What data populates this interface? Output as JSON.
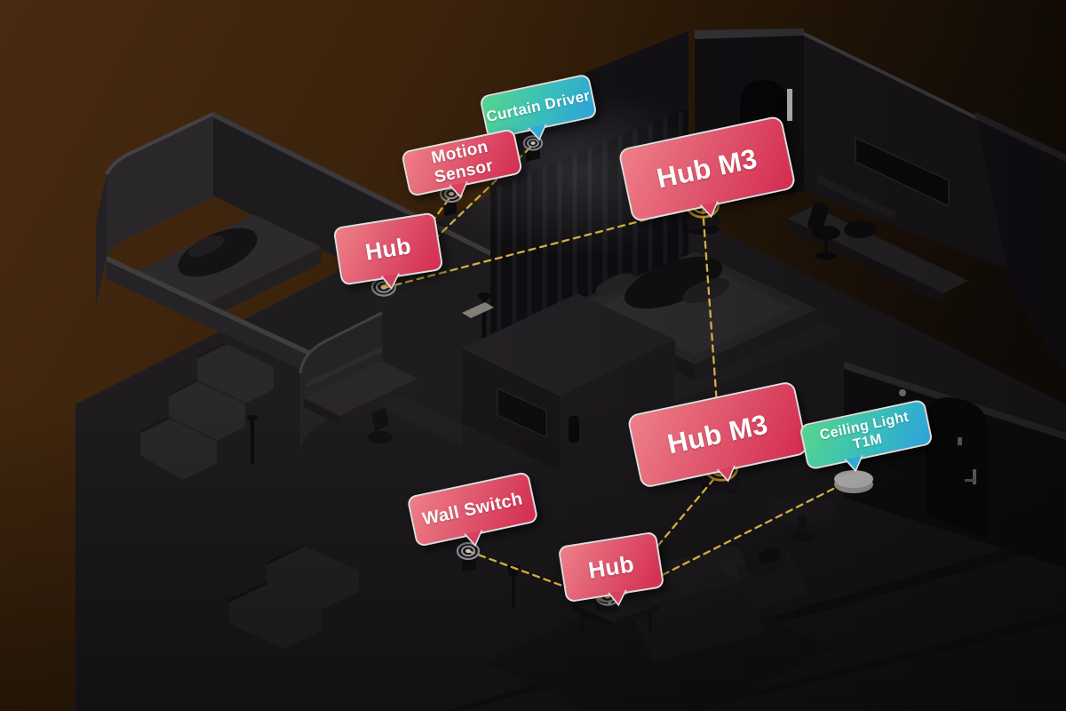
{
  "scene": {
    "description": "Dark isometric smart-home floor plan showing hub mesh network connections",
    "background": {
      "top_left": "#472B10",
      "bottom_right": "#100C09"
    },
    "connection_line_color": "#DCB743",
    "label_styles": {
      "red": {
        "gradient_start": "#EF8089",
        "gradient_end": "#D42B50",
        "border": "#DEDEDE",
        "text_color": "#FFFFFF"
      },
      "teal": {
        "gradient_start": "#55D78C",
        "gradient_end": "#2BA3DC",
        "border": "#DEDEDE",
        "text_color": "#FFFFFF"
      }
    },
    "device_icon_colors": {
      "hub_m3_rings": "#C9992B",
      "sensor_rings": "#8E8E93",
      "hub_center_dot": "#E6C367",
      "ceiling_light_disc": "#F1EFEC"
    }
  },
  "labels": [
    {
      "id": "curtain-driver",
      "text": "Curtain Driver",
      "style": "teal"
    },
    {
      "id": "motion-sensor",
      "text": "Motion Sensor",
      "style": "red"
    },
    {
      "id": "hub-m3-top",
      "text": "Hub M3",
      "style": "red"
    },
    {
      "id": "hub-left",
      "text": "Hub",
      "style": "red"
    },
    {
      "id": "hub-m3-bottom",
      "text": "Hub M3",
      "style": "red"
    },
    {
      "id": "ceiling-light",
      "text": "Ceiling Light T1M",
      "style": "teal"
    },
    {
      "id": "wall-switch",
      "text": "Wall Switch",
      "style": "red"
    },
    {
      "id": "hub-bottom",
      "text": "Hub",
      "style": "red"
    }
  ],
  "devices": [
    {
      "id": "curtain-driver-device",
      "icon": "ring-target-icon",
      "variant": "gray"
    },
    {
      "id": "motion-sensor-device",
      "icon": "ring-target-icon",
      "variant": "gray"
    },
    {
      "id": "hub-m3-top-device",
      "icon": "ring-target-icon",
      "variant": "gold"
    },
    {
      "id": "hub-left-device",
      "icon": "ring-target-icon",
      "variant": "hub"
    },
    {
      "id": "hub-m3-bottom-device",
      "icon": "ring-target-icon",
      "variant": "gold"
    },
    {
      "id": "ceiling-light-device",
      "icon": "light-disc-icon",
      "variant": "white"
    },
    {
      "id": "wall-switch-device",
      "icon": "ring-target-icon",
      "variant": "gray"
    },
    {
      "id": "hub-bottom-device",
      "icon": "ring-target-icon",
      "variant": "hub"
    }
  ],
  "connections": [
    {
      "from": "hub-left",
      "to": "motion-sensor"
    },
    {
      "from": "hub-left",
      "to": "curtain-driver"
    },
    {
      "from": "hub-left",
      "to": "hub-m3-top"
    },
    {
      "from": "hub-m3-top",
      "to": "hub-m3-bottom"
    },
    {
      "from": "hub-m3-bottom",
      "to": "hub-bottom"
    },
    {
      "from": "wall-switch",
      "to": "hub-bottom"
    },
    {
      "from": "hub-bottom",
      "to": "ceiling-light"
    }
  ]
}
